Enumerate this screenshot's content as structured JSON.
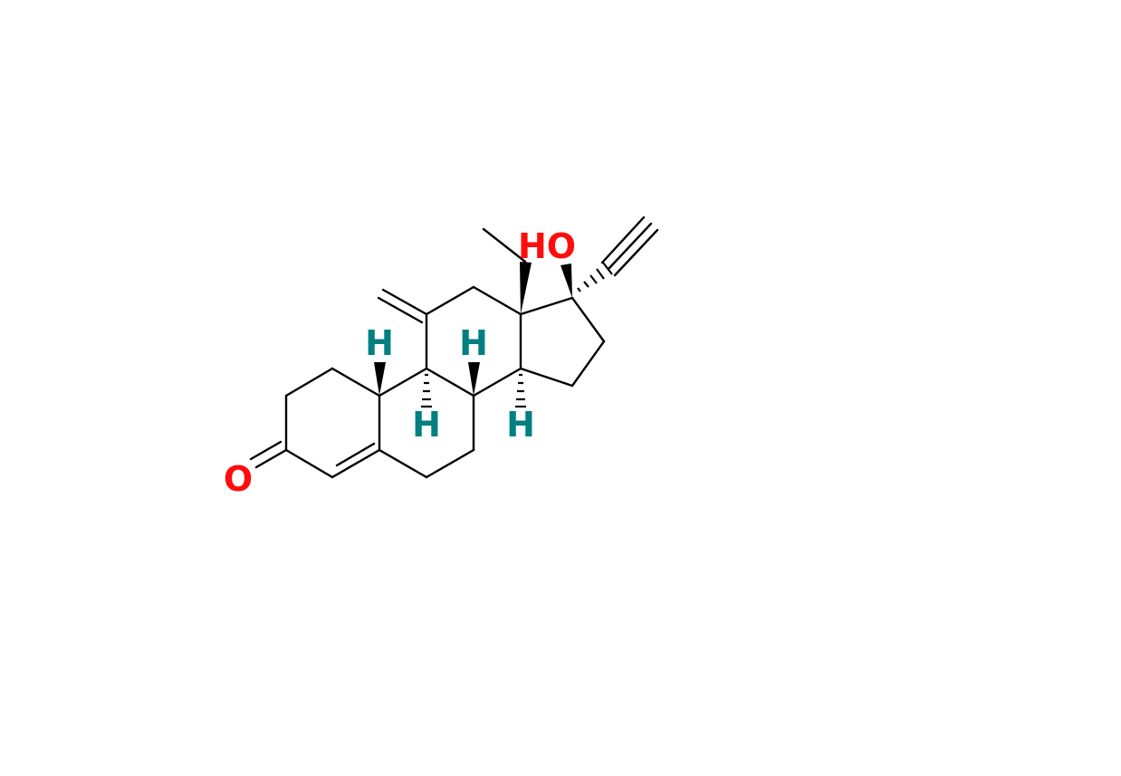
{
  "molecule": {
    "atoms": {
      "oxygen_ketone": {
        "text": "O"
      },
      "hydroxyl": {
        "text": "HO"
      },
      "h_c10": {
        "text": "H"
      },
      "h_c9": {
        "text": "H"
      },
      "h_c8": {
        "text": "H"
      },
      "h_c14": {
        "text": "H"
      }
    }
  },
  "colors": {
    "oxygen": "#ff0d0d",
    "hydrogen": "#008080",
    "bond": "#000000"
  }
}
